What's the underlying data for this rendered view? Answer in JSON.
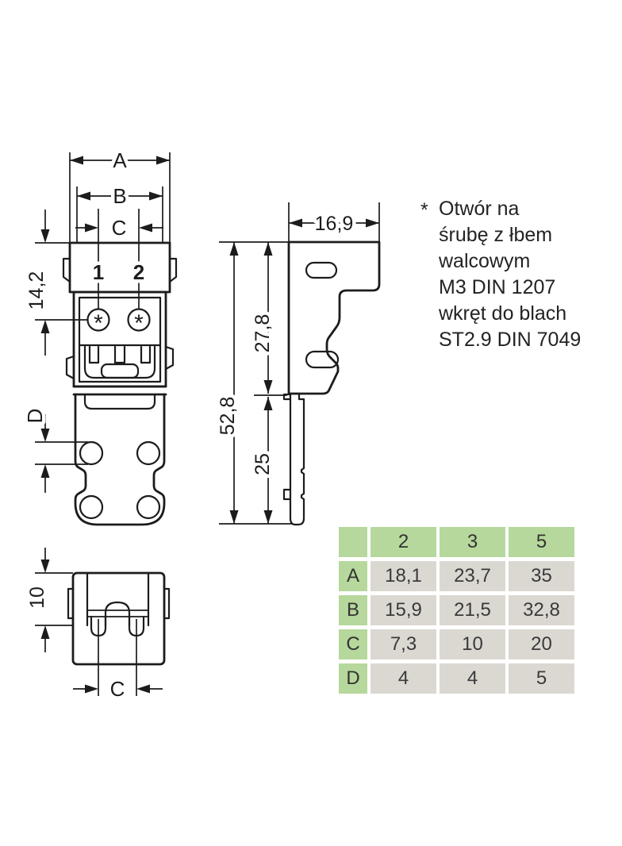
{
  "front_view": {
    "dim_a": "A",
    "dim_b": "B",
    "dim_c": "C",
    "dim_height": "14,2",
    "dim_d": "D",
    "screw1": "1",
    "screw2": "2",
    "screw_symbol": "*"
  },
  "side_view": {
    "dim_width": "16,9",
    "dim_total_height": "52,8",
    "dim_upper": "27,8",
    "dim_lower": "25"
  },
  "bottom_view": {
    "dim_height": "10",
    "dim_c": "C"
  },
  "note": {
    "marker": "*",
    "lines": [
      "Otwór na",
      "śrubę z łbem",
      "walcowym",
      "M3 DIN 1207",
      "wkręt do blach",
      "ST2.9 DIN 7049"
    ]
  },
  "table": {
    "corner": "",
    "col_headers": [
      "2",
      "3",
      "5"
    ],
    "rows": [
      {
        "label": "A",
        "values": [
          "18,1",
          "23,7",
          "35"
        ]
      },
      {
        "label": "B",
        "values": [
          "15,9",
          "21,5",
          "32,8"
        ]
      },
      {
        "label": "C",
        "values": [
          "7,3",
          "10",
          "20"
        ]
      },
      {
        "label": "D",
        "values": [
          "4",
          "4",
          "5"
        ]
      }
    ],
    "colors": {
      "header_green": "#b6d89c",
      "cell_gray": "#dbd8d2",
      "line_color": "#1c1c1c"
    }
  }
}
